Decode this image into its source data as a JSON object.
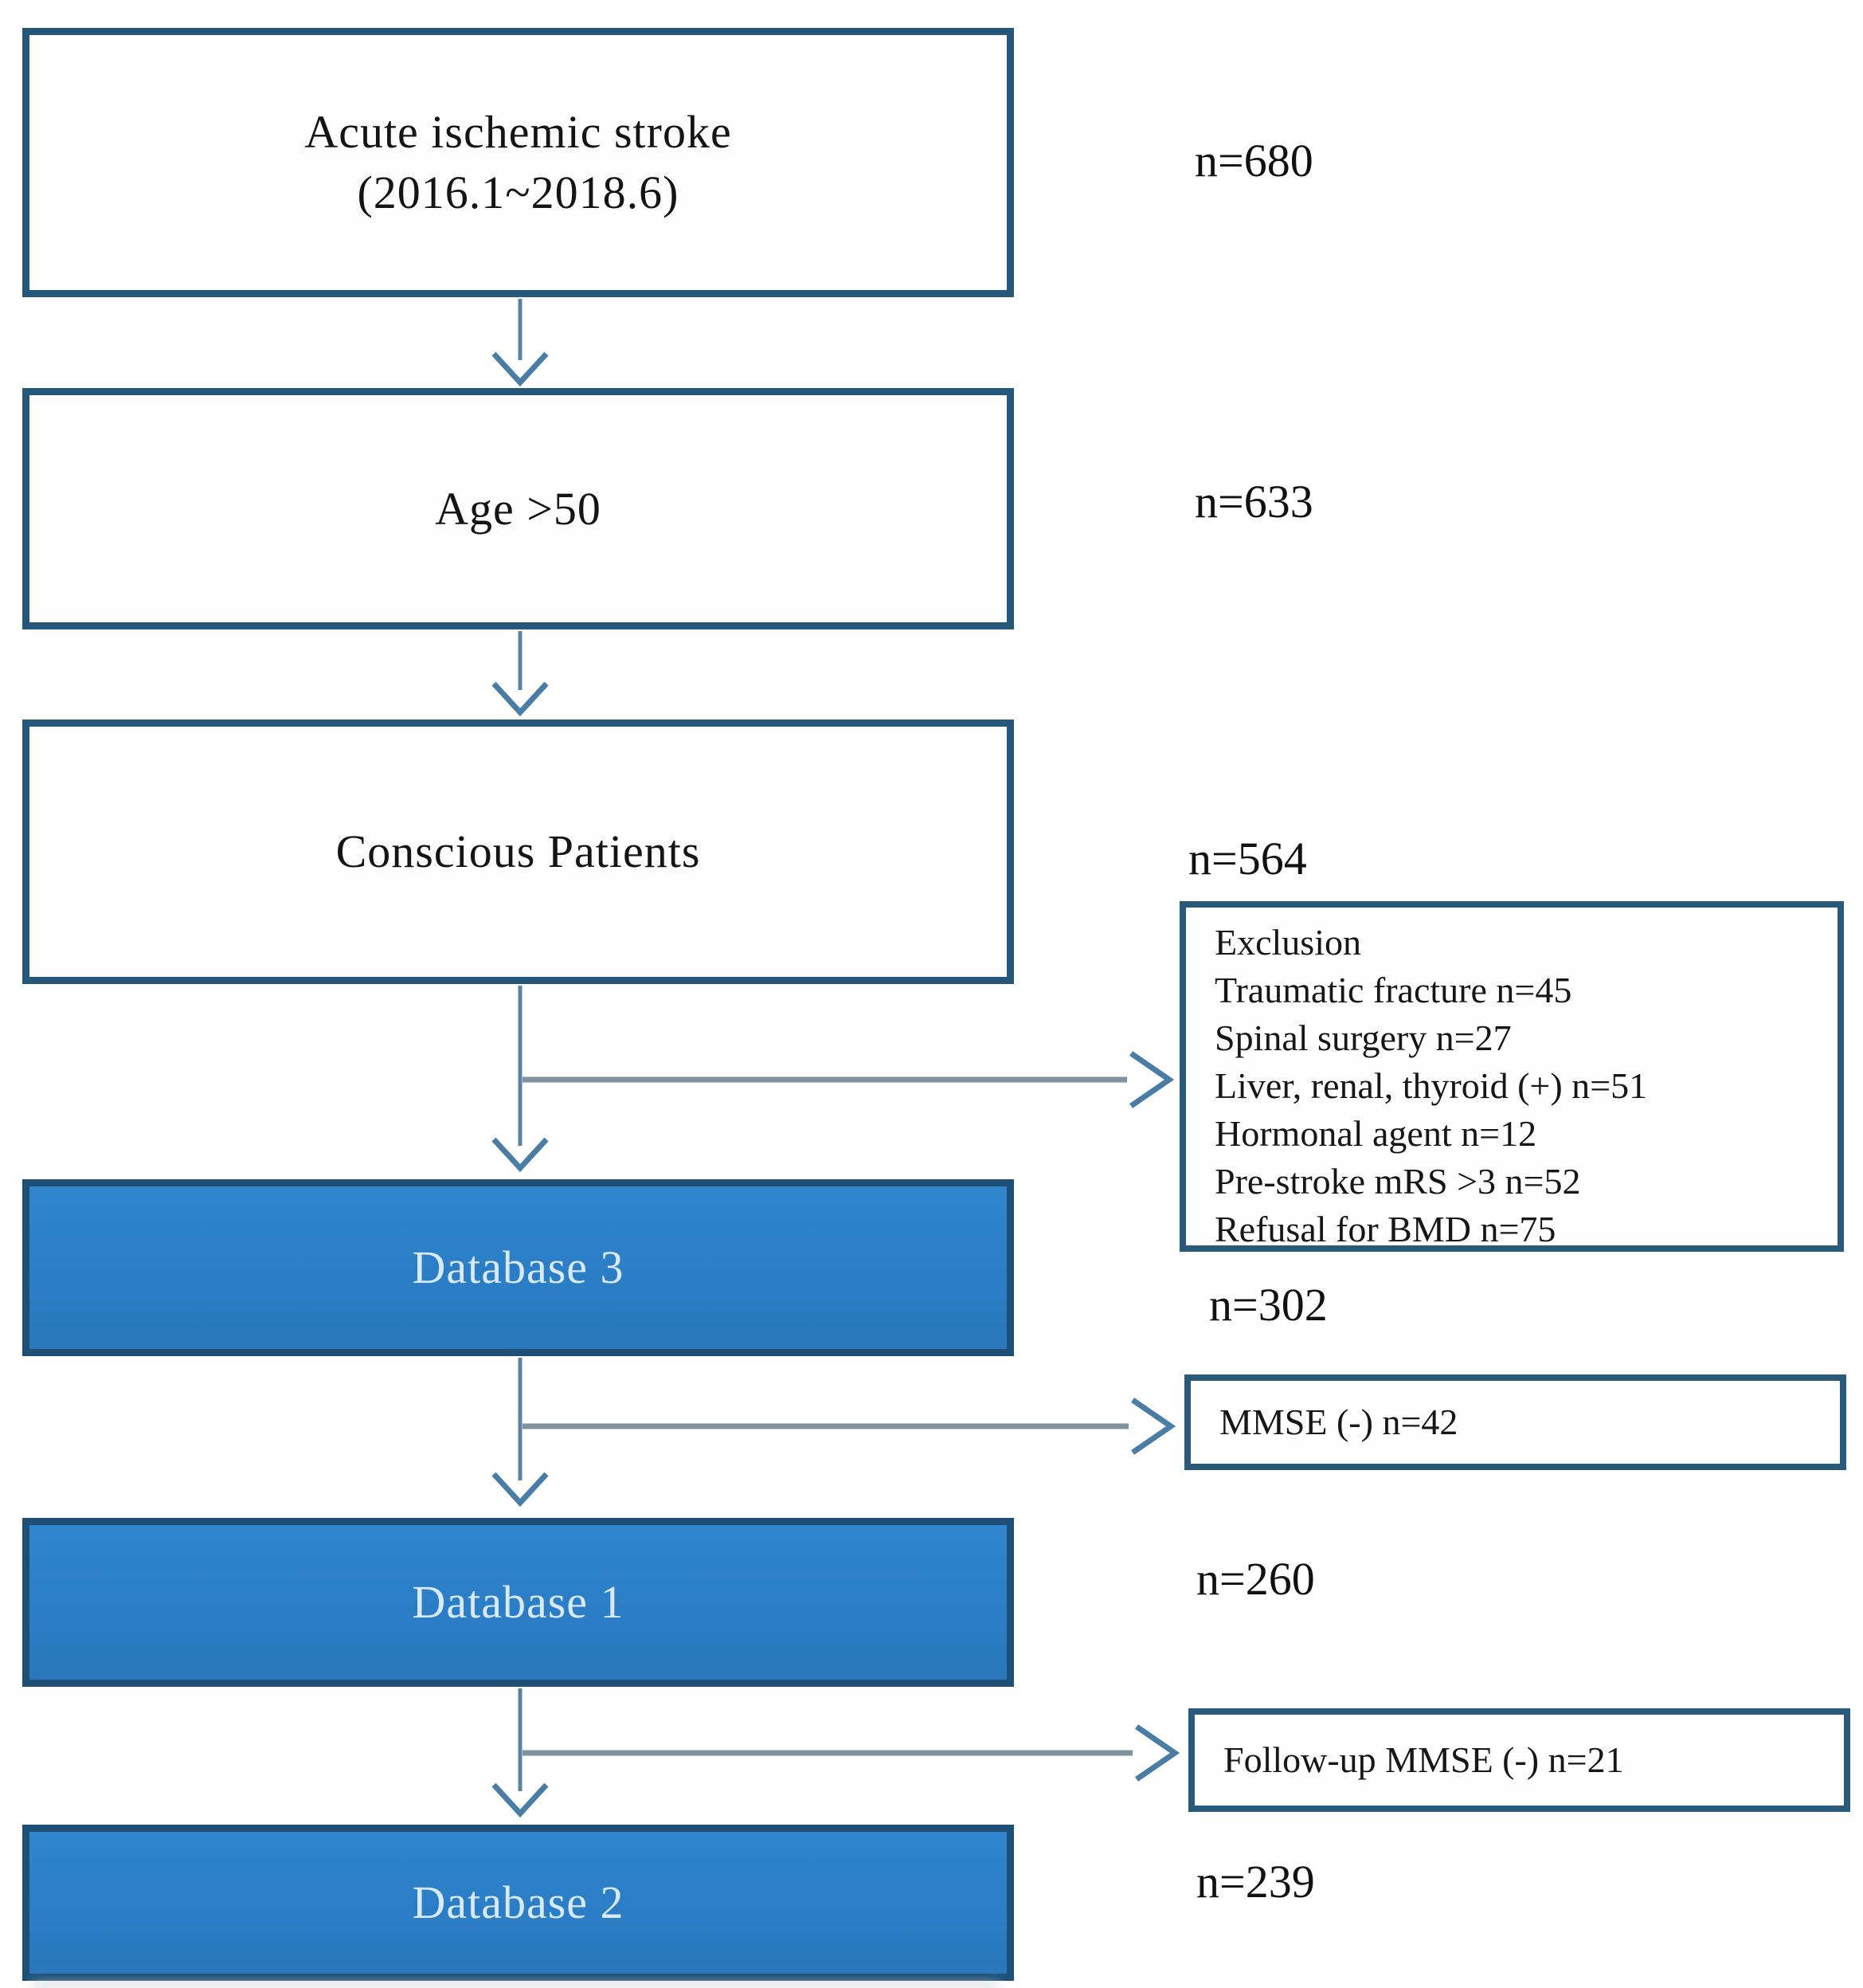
{
  "figure": {
    "title": "Patient selection flowchart",
    "colors": {
      "outline_box_border": "#25577a",
      "filled_box_fill": "#2b7ec6",
      "filled_box_border": "#1d4f77",
      "filled_box_text": "#d8e9f8",
      "text": "#141414",
      "connector_line": "#5c84a2",
      "branch_line": "#7e929f",
      "arrowhead": "#4a7da5",
      "background": "#ffffff"
    },
    "nodes": [
      {
        "id": "acute-ischemic-stroke",
        "style": "outline",
        "lines": [
          "Acute ischemic stroke",
          "(2016.1~2018.6)"
        ],
        "count": "n=680"
      },
      {
        "id": "age-over-50",
        "style": "outline",
        "lines": [
          "Age >50"
        ],
        "count": "n=633"
      },
      {
        "id": "conscious-patients",
        "style": "outline",
        "lines": [
          "Conscious Patients"
        ],
        "count": "n=564"
      },
      {
        "id": "database-3",
        "style": "filled",
        "lines": [
          "Database 3"
        ],
        "count": "n=302"
      },
      {
        "id": "database-1",
        "style": "filled",
        "lines": [
          "Database 1"
        ],
        "count": "n=260"
      },
      {
        "id": "database-2",
        "style": "filled",
        "lines": [
          "Database 2"
        ],
        "count": "n=239"
      }
    ],
    "side_notes": [
      {
        "id": "exclusion",
        "lines": [
          "Exclusion",
          "Traumatic fracture n=45",
          "Spinal surgery n=27",
          "Liver, renal, thyroid (+) n=51",
          "Hormonal agent n=12",
          "Pre-stroke mRS >3 n=52",
          "Refusal for BMD n=75"
        ]
      },
      {
        "id": "mmse-negative",
        "lines": [
          "MMSE (-) n=42"
        ]
      },
      {
        "id": "followup-mmse-negative",
        "lines": [
          "Follow-up MMSE (-) n=21"
        ]
      }
    ]
  }
}
